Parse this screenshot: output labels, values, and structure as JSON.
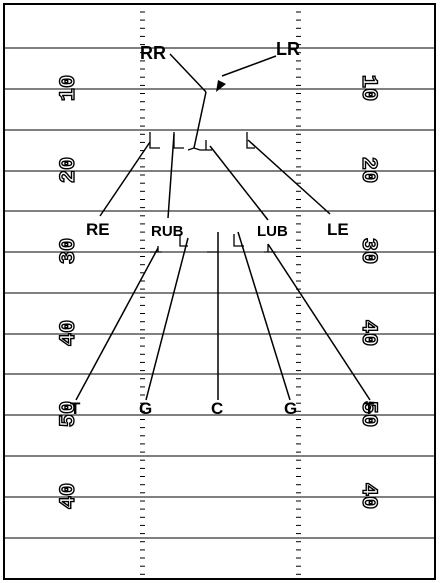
{
  "field": {
    "left_numbers": [
      "10",
      "20",
      "30",
      "40",
      "50",
      "40"
    ],
    "right_numbers": [
      "10",
      "20",
      "30",
      "40",
      "50",
      "40"
    ]
  },
  "labels": {
    "rr": "RR",
    "lr": "LR",
    "re": "RE",
    "rub": "RUB",
    "lub": "LUB",
    "le": "LE",
    "t_left": "T",
    "g_left": "G",
    "c": "C",
    "g_right": "G",
    "t_right": "T"
  }
}
